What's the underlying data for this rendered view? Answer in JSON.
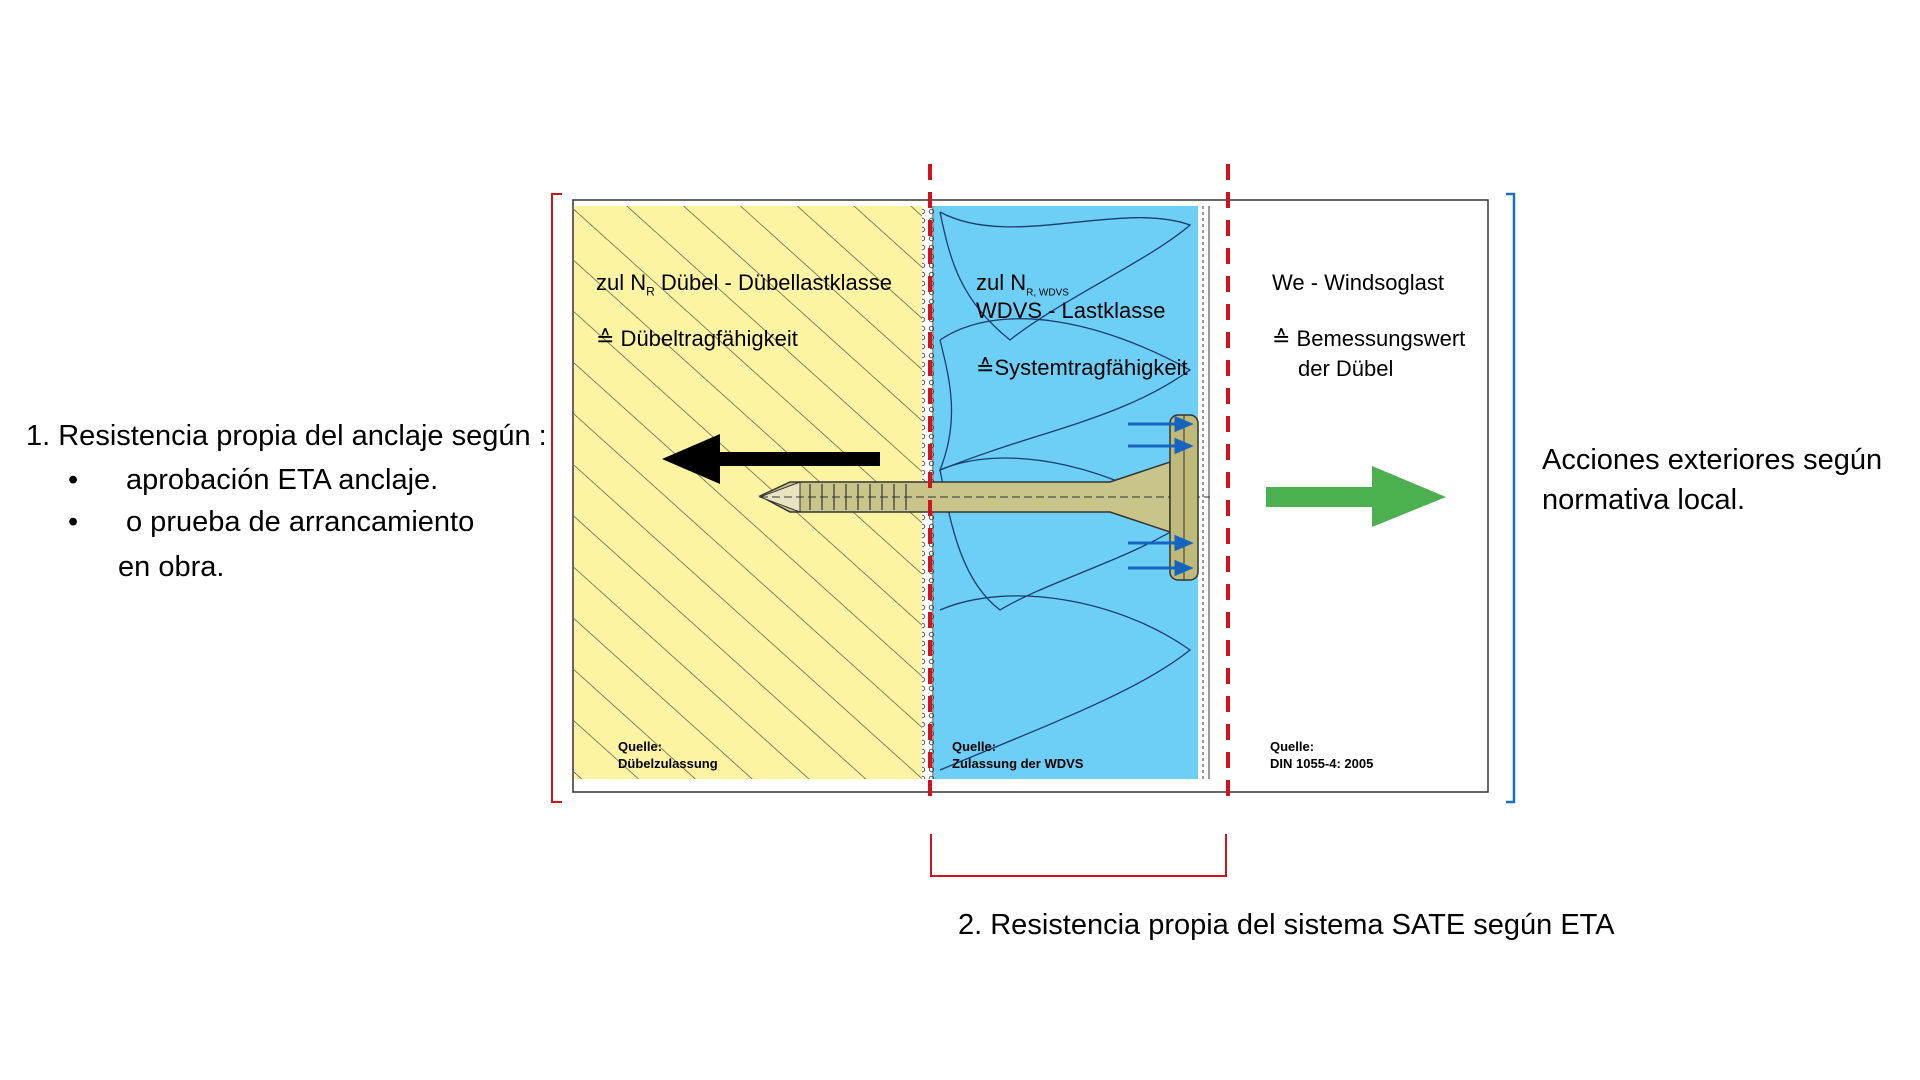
{
  "left_panel": {
    "title": "1. Resistencia propia del anclaje según :",
    "bullets": [
      {
        "symbol": "•",
        "text": "aprobación ETA anclaje."
      },
      {
        "symbol": "•",
        "text": "o prueba de arrancamiento"
      }
    ],
    "continuation": "en obra."
  },
  "right_panel": {
    "line1": "Acciones exteriores según",
    "line2": "normativa local."
  },
  "bottom_caption": "2. Resistencia propia del sistema SATE según ETA",
  "diagram": {
    "zone_anchor": {
      "title_prefix": "zul N",
      "title_sub": "R",
      "title_suffix": " Dübel  - Dübellastklasse",
      "symbol": "≙",
      "line2": " Dübeltragfähigkeit",
      "source_label": "Quelle:",
      "source_value": "Dübelzulassung",
      "color": "#fdf4a3"
    },
    "zone_system": {
      "title_prefix": "zul N",
      "title_sub": "R, WDVS",
      "line2": "WDVS - Lastklasse",
      "symbol": "≙",
      "line3": "Systemtragfähigkeit",
      "source_label": "Quelle:",
      "source_value": "Zulassung der WDVS",
      "color": "#6dcff6"
    },
    "zone_load": {
      "title": "We  -  Windsoglast",
      "symbol": "≙",
      "line2": " Bemessungswert",
      "line3": "der Dübel",
      "source_label": "Quelle:",
      "source_value": "DIN 1055-4:  2005"
    },
    "colors": {
      "red_dash": "#d0141e",
      "bracket_red": "#d0141e",
      "bracket_blue": "#1a6fc4",
      "green_arrow": "#4caf50",
      "blue_arrows": "#1565c0",
      "anchor_body": "#c9c48a"
    }
  }
}
